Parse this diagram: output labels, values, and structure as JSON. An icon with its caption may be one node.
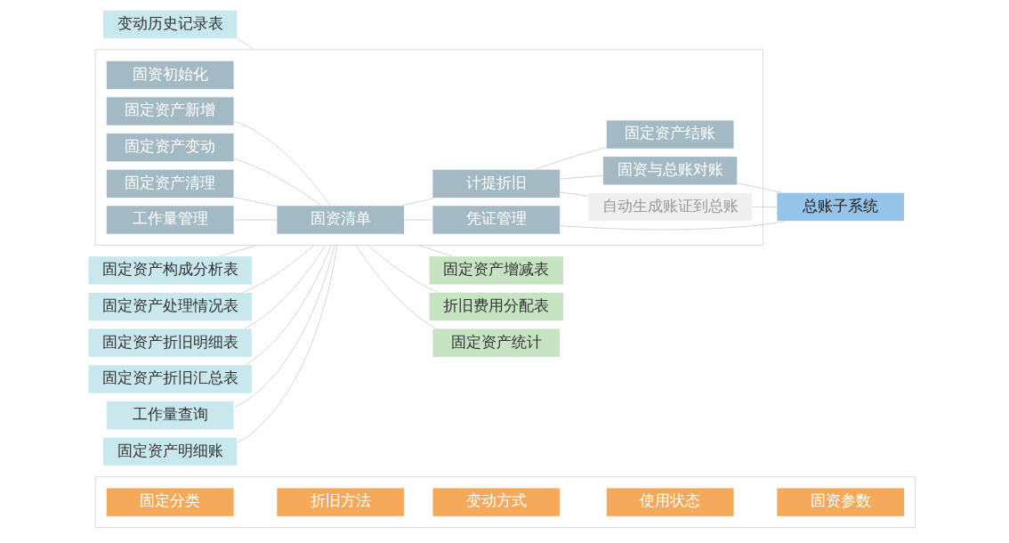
{
  "diagram": {
    "nodes": [
      {
        "text": [],
        "shape": "box"
      },
      {
        "text": [
          "固定分类"
        ],
        "in": 0
      },
      {
        "text": [
          "折旧方法"
        ],
        "in": 0
      },
      {
        "text": [
          "变动方式"
        ],
        "in": 0
      },
      {
        "text": [
          "使用状态"
        ],
        "in": 0
      },
      {
        "text": [
          "固资参数"
        ],
        "in": 0
      },
      {
        "text": [
          "变动历史记录表"
        ]
      },
      {
        "text": [
          "固定资产构成分析表"
        ]
      },
      {
        "text": [
          "固定资产处理情况表"
        ]
      },
      {
        "text": [
          "固定资产折旧明细表"
        ]
      },
      {
        "text": [
          "固定资产折旧汇总表"
        ]
      },
      {
        "text": [
          "工作量查询"
        ]
      },
      {
        "text": [
          "固定资产明细账"
        ]
      },
      {
        "text": [],
        "shape": "box"
      },
      {
        "text": [
          "固资初始化"
        ],
        "in": 13
      },
      {
        "text": [
          "固定资产新增"
        ],
        "in": 13
      },
      {
        "text": [
          "固定资产变动"
        ],
        "in": 13
      },
      {
        "text": [
          "固定资产清理"
        ],
        "in": 13
      },
      {
        "text": [
          "工作量管理"
        ],
        "in": 13
      },
      {
        "text": [
          "固资清单"
        ],
        "in": 13
      },
      {
        "text": [
          "凭证管理"
        ],
        "in": 13
      },
      {
        "text": [
          "计提折旧"
        ],
        "in": 13
      },
      {
        "text": [
          "自动生成账证到总账"
        ],
        "in": 13
      },
      {
        "text": [
          "固资与总账对账"
        ],
        "in": 13
      },
      {
        "text": [
          "固定资产结账"
        ],
        "in": 13
      },
      {
        "text": [
          "总账子系统"
        ]
      },
      {
        "text": [
          "固定资产增减表"
        ]
      },
      {
        "text": [
          "折旧费用分配表"
        ]
      },
      {
        "text": [
          "固定资产统计"
        ]
      }
    ],
    "edges": [
      {
        "from": 6,
        "to": 13,
        "arrow": "none"
      },
      {
        "from": 7,
        "to": 13,
        "arrow": "none"
      },
      {
        "from": 8,
        "to": 13,
        "arrow": "none"
      },
      {
        "from": 9,
        "to": 13,
        "arrow": "none"
      },
      {
        "from": 10,
        "to": 13,
        "arrow": "none"
      },
      {
        "from": 11,
        "to": 13,
        "arrow": "none"
      },
      {
        "from": 12,
        "to": 13,
        "arrow": "none"
      },
      {
        "from": 15,
        "to": 19,
        "arrow": "none"
      },
      {
        "from": 16,
        "to": 19,
        "arrow": "none"
      },
      {
        "from": 17,
        "to": 19,
        "arrow": "none"
      },
      {
        "from": 18,
        "to": 19,
        "arrow": "none"
      },
      {
        "from": 19,
        "to": 20,
        "arrow": "none"
      },
      {
        "from": 19,
        "to": 21,
        "arrow": "none"
      },
      {
        "from": 21,
        "to": 22,
        "arrow": "none"
      },
      {
        "from": 21,
        "to": 23,
        "arrow": "none"
      },
      {
        "from": 21,
        "to": 24,
        "arrow": "none"
      },
      {
        "from": 20,
        "to": 25,
        "arrow": "none"
      },
      {
        "from": 22,
        "to": 25,
        "arrow": "none"
      },
      {
        "from": 23,
        "to": 25,
        "arrow": "none"
      },
      {
        "from": 13,
        "to": 26,
        "arrow": "none"
      },
      {
        "from": 13,
        "to": 27,
        "arrow": "none"
      },
      {
        "from": 13,
        "to": 28,
        "arrow": "none"
      }
    ]
  }
}
